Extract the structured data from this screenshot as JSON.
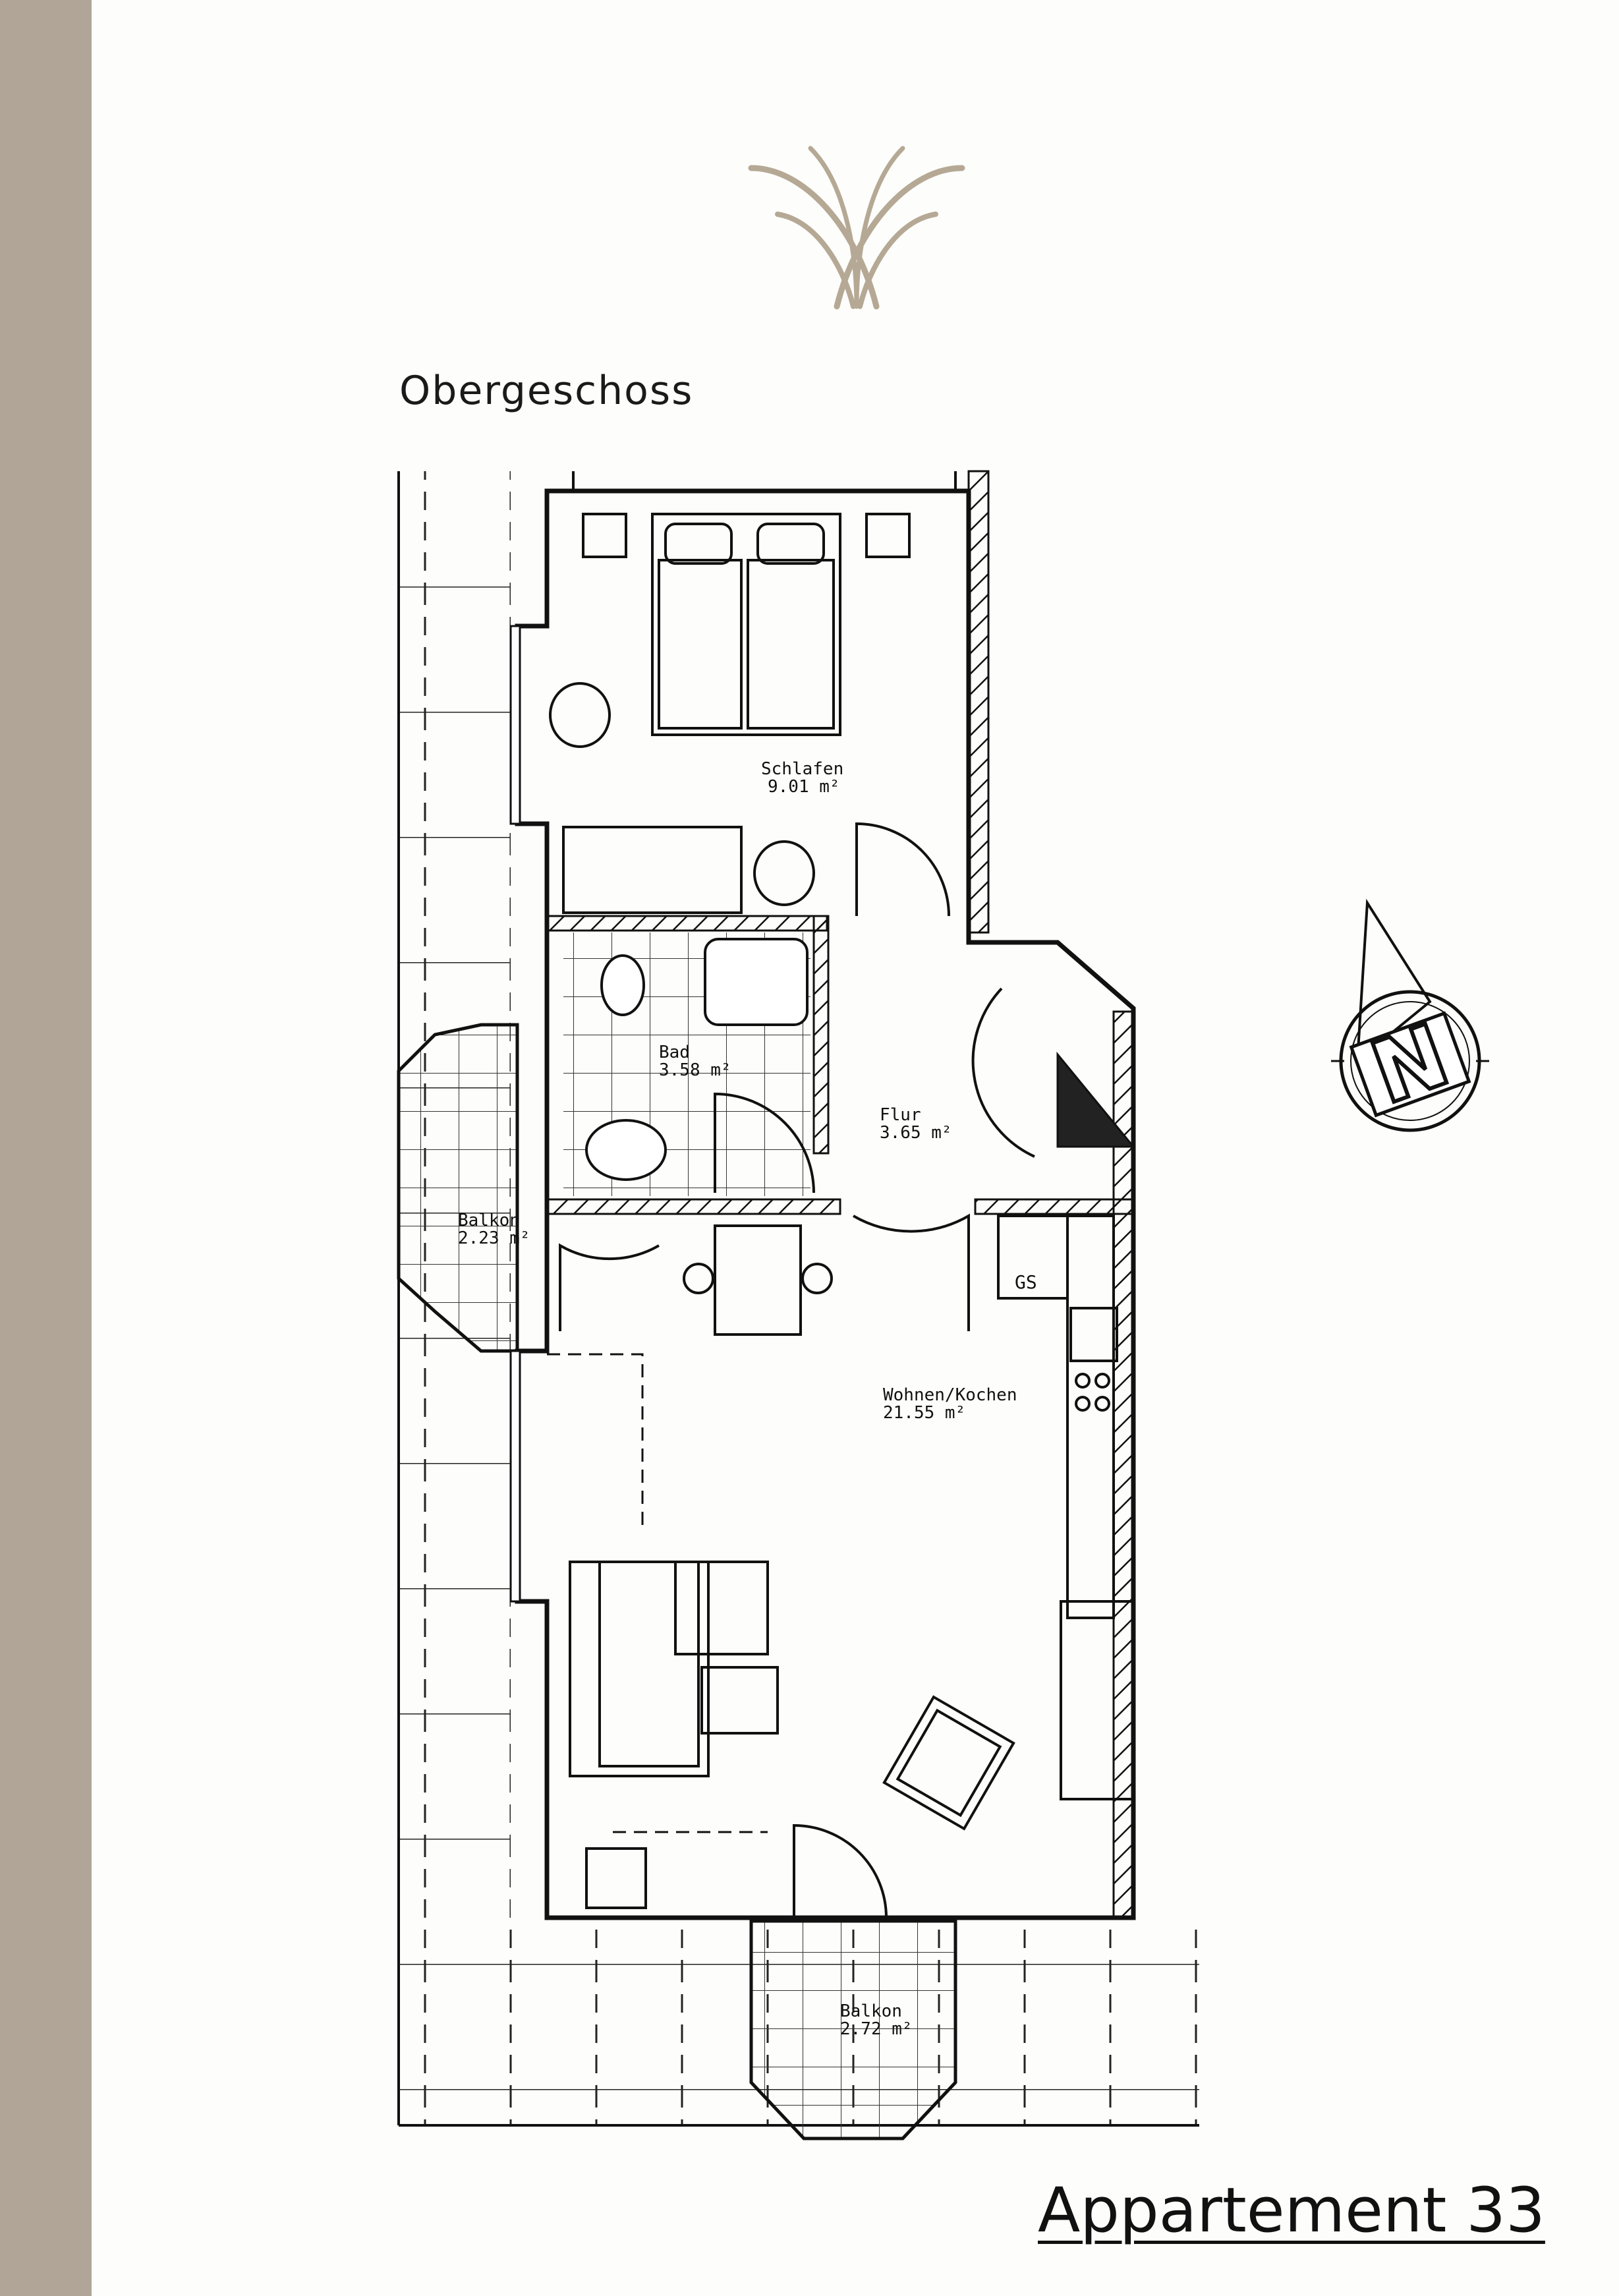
{
  "colors": {
    "sidebar": "#b0a596",
    "logo": "#b5a995",
    "ink": "#111111"
  },
  "floor_label": "Obergeschoss",
  "rooms": {
    "schlafen": {
      "name": "Schlafen",
      "area": "9.01 m²"
    },
    "bad": {
      "name": "Bad",
      "area": "3.58 m²"
    },
    "flur": {
      "name": "Flur",
      "area": "3.65 m²"
    },
    "balkon_west": {
      "name": "Balkon",
      "area": "2.23 m²"
    },
    "wohnen": {
      "name": "Wohnen/Kochen",
      "area": "21.55 m²"
    },
    "balkon_south": {
      "name": "Balkon",
      "area": "2.72 m²"
    },
    "gs": "GS"
  },
  "compass": {
    "letter": "N",
    "icon": "north-arrow-icon"
  },
  "title": "Appartement 33"
}
